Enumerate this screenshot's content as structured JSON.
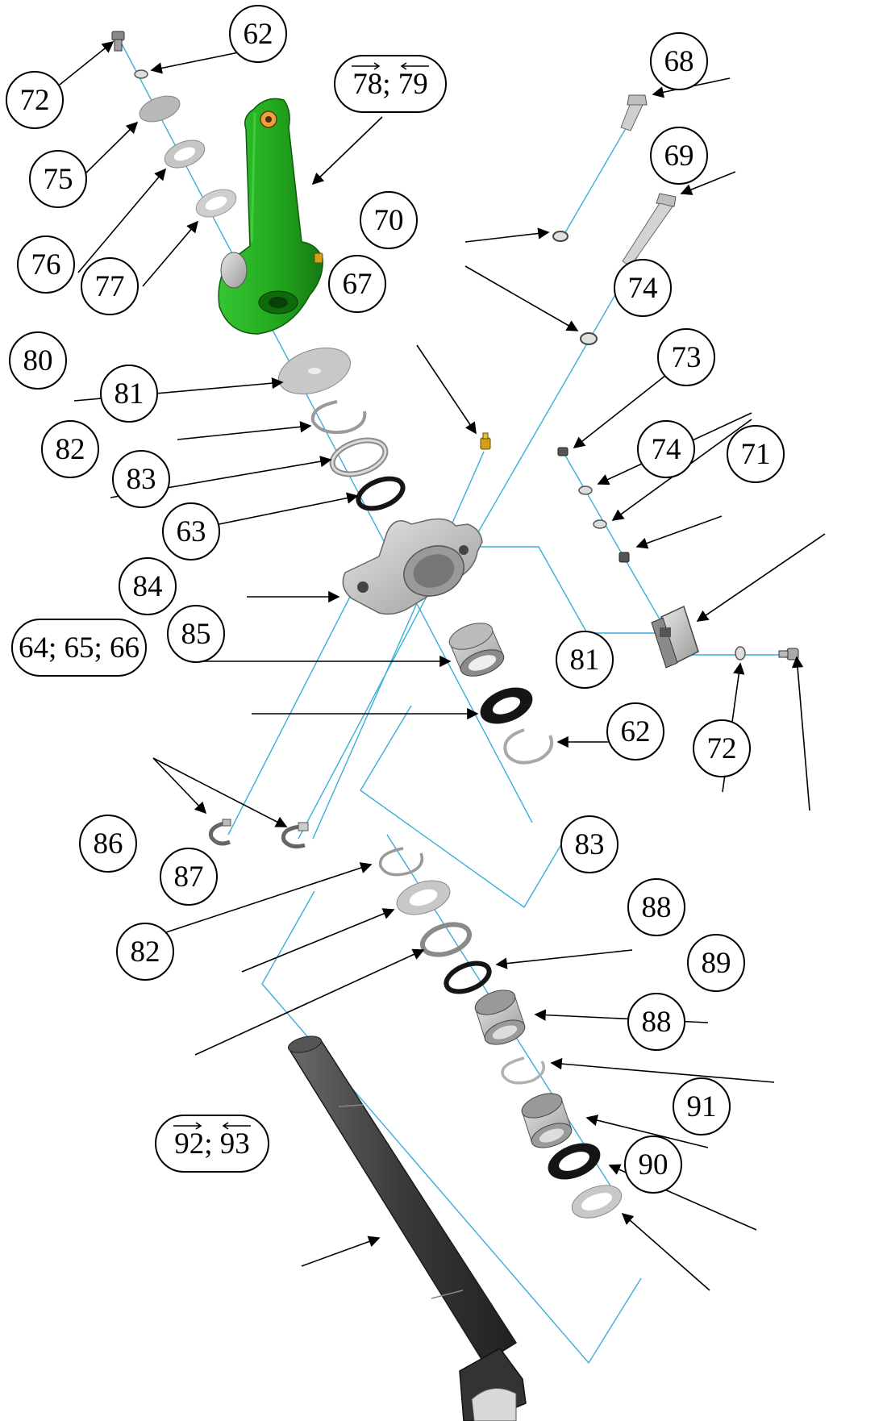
{
  "callouts": [
    {
      "id": "c72a",
      "label": "72"
    },
    {
      "id": "c62a",
      "label": "62"
    },
    {
      "id": "c7879",
      "label": "78; 79",
      "arrows": true
    },
    {
      "id": "c68",
      "label": "68"
    },
    {
      "id": "c69",
      "label": "69"
    },
    {
      "id": "c75",
      "label": "75"
    },
    {
      "id": "c76",
      "label": "76"
    },
    {
      "id": "c77",
      "label": "77"
    },
    {
      "id": "c70",
      "label": "70"
    },
    {
      "id": "c67",
      "label": "67"
    },
    {
      "id": "c74a",
      "label": "74"
    },
    {
      "id": "c73",
      "label": "73"
    },
    {
      "id": "c74b",
      "label": "74"
    },
    {
      "id": "c71",
      "label": "71"
    },
    {
      "id": "c80",
      "label": "80"
    },
    {
      "id": "c81a",
      "label": "81"
    },
    {
      "id": "c82a",
      "label": "82"
    },
    {
      "id": "c83a",
      "label": "83"
    },
    {
      "id": "c63",
      "label": "63"
    },
    {
      "id": "c84",
      "label": "84"
    },
    {
      "id": "c85",
      "label": "85"
    },
    {
      "id": "c81b",
      "label": "81"
    },
    {
      "id": "c646566",
      "label": "64; 65; 66"
    },
    {
      "id": "c62b",
      "label": "62"
    },
    {
      "id": "c72b",
      "label": "72"
    },
    {
      "id": "c86",
      "label": "86"
    },
    {
      "id": "c83b",
      "label": "83"
    },
    {
      "id": "c87",
      "label": "87"
    },
    {
      "id": "c88a",
      "label": "88"
    },
    {
      "id": "c82b",
      "label": "82"
    },
    {
      "id": "c89",
      "label": "89"
    },
    {
      "id": "c88b",
      "label": "88"
    },
    {
      "id": "c91",
      "label": "91"
    },
    {
      "id": "c9293",
      "label": "92; 93",
      "arrows": true
    },
    {
      "id": "c90",
      "label": "90"
    }
  ],
  "colors": {
    "assembly_line": "#3aaed8",
    "slack_adjuster": "#22a81e",
    "metal_light": "#c8c8c8",
    "metal_dark": "#3c3c3c",
    "rubber": "#151515",
    "brass": "#d4a017"
  }
}
